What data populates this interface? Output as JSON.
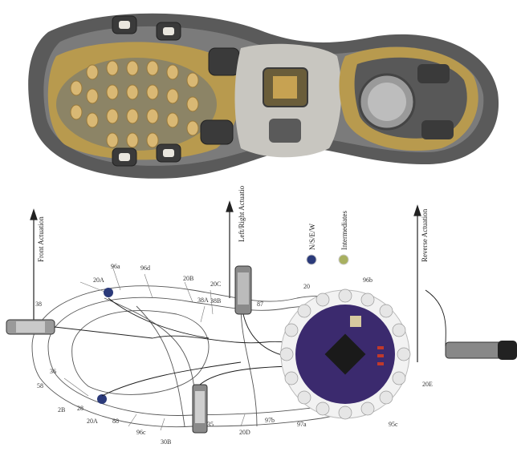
{
  "photo": {
    "colors": {
      "tread_dark": "#4a4a4a",
      "tread_mid": "#7b7b7b",
      "gold": "#b89a4e",
      "cushion": "#d9b874",
      "silver": "#c8c6c0"
    }
  },
  "diagram": {
    "labels": {
      "front_actuation": "Front Actuation",
      "left_right_actuation": "Left/Right Actuation",
      "nsew": "N/S/E/W",
      "intermediates": "Intermediates",
      "reverse_actuation": "Reverse Actuation"
    },
    "legend_colors": {
      "nsew": "#2b3a7a",
      "intermediates": "#a8b060"
    },
    "board_color": "#3b2a6e",
    "ref_numbers": [
      "20A",
      "96a",
      "96d",
      "20B",
      "38",
      "20C",
      "38A",
      "38B",
      "2B",
      "36",
      "58",
      "20",
      "96b",
      "20E",
      "95c",
      "97a",
      "97b",
      "20D",
      "96c",
      "88",
      "35",
      "87",
      "28",
      "20A",
      "30B"
    ]
  }
}
